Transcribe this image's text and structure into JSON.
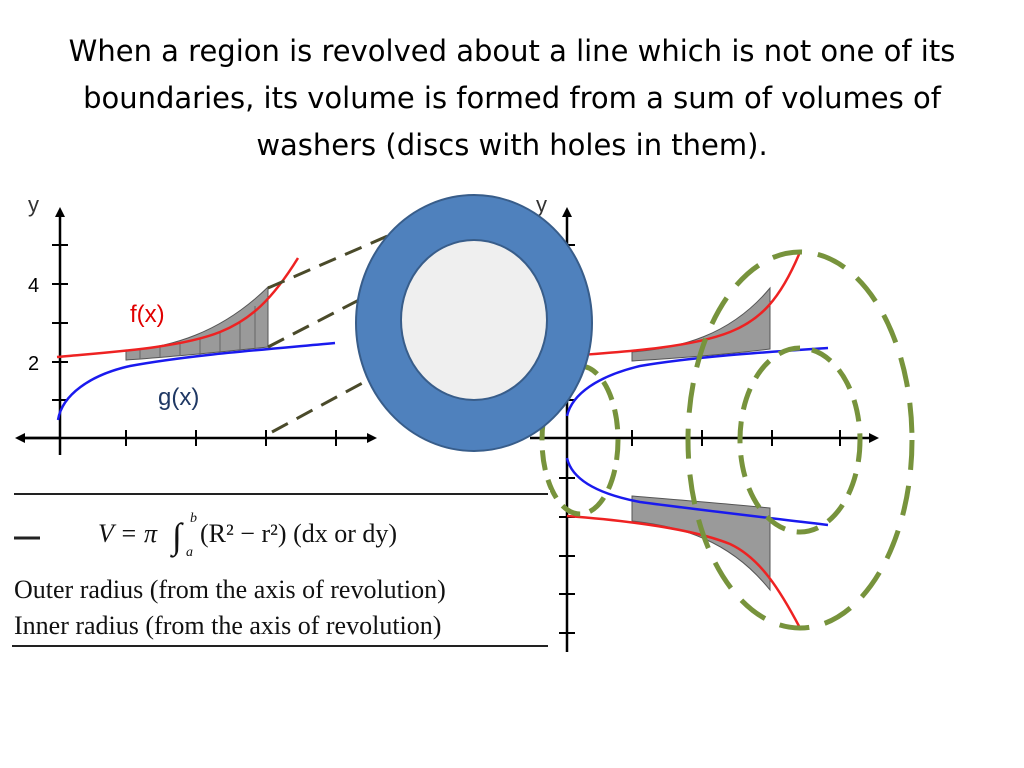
{
  "slide": {
    "title": "When a region is revolved about a line which is not one of its boundaries, its volume is formed from a sum of volumes of washers (discs with holes in them)."
  },
  "left_graph": {
    "y_axis_label": "y",
    "tick_labels": [
      "4",
      "2"
    ],
    "f_label": "f(x)",
    "g_label": "g(x)"
  },
  "right_graph": {
    "y_axis_label": "y"
  },
  "formula_box": {
    "formula_lhs": "V = π ",
    "integral_sign": "∫",
    "upper_limit": "b",
    "lower_limit": "a",
    "formula_body": "(R² − r²)  (dx  or  dy)",
    "line_outer": "Outer radius (from the axis of revolution)",
    "line_inner": "Inner radius (from the axis of revolution)"
  },
  "colors": {
    "f_curve": "#ee2222",
    "g_curve": "#1a1aee",
    "washer_fill": "#4f81bd",
    "washer_stroke": "#385d8a",
    "washer_hole": "#efefef",
    "dash_lines": "#4a4a2a",
    "dash_ellipses": "#77933c",
    "shaded_region": "#9a9a9a",
    "f_label": "#e00000",
    "g_label": "#1f3864"
  }
}
